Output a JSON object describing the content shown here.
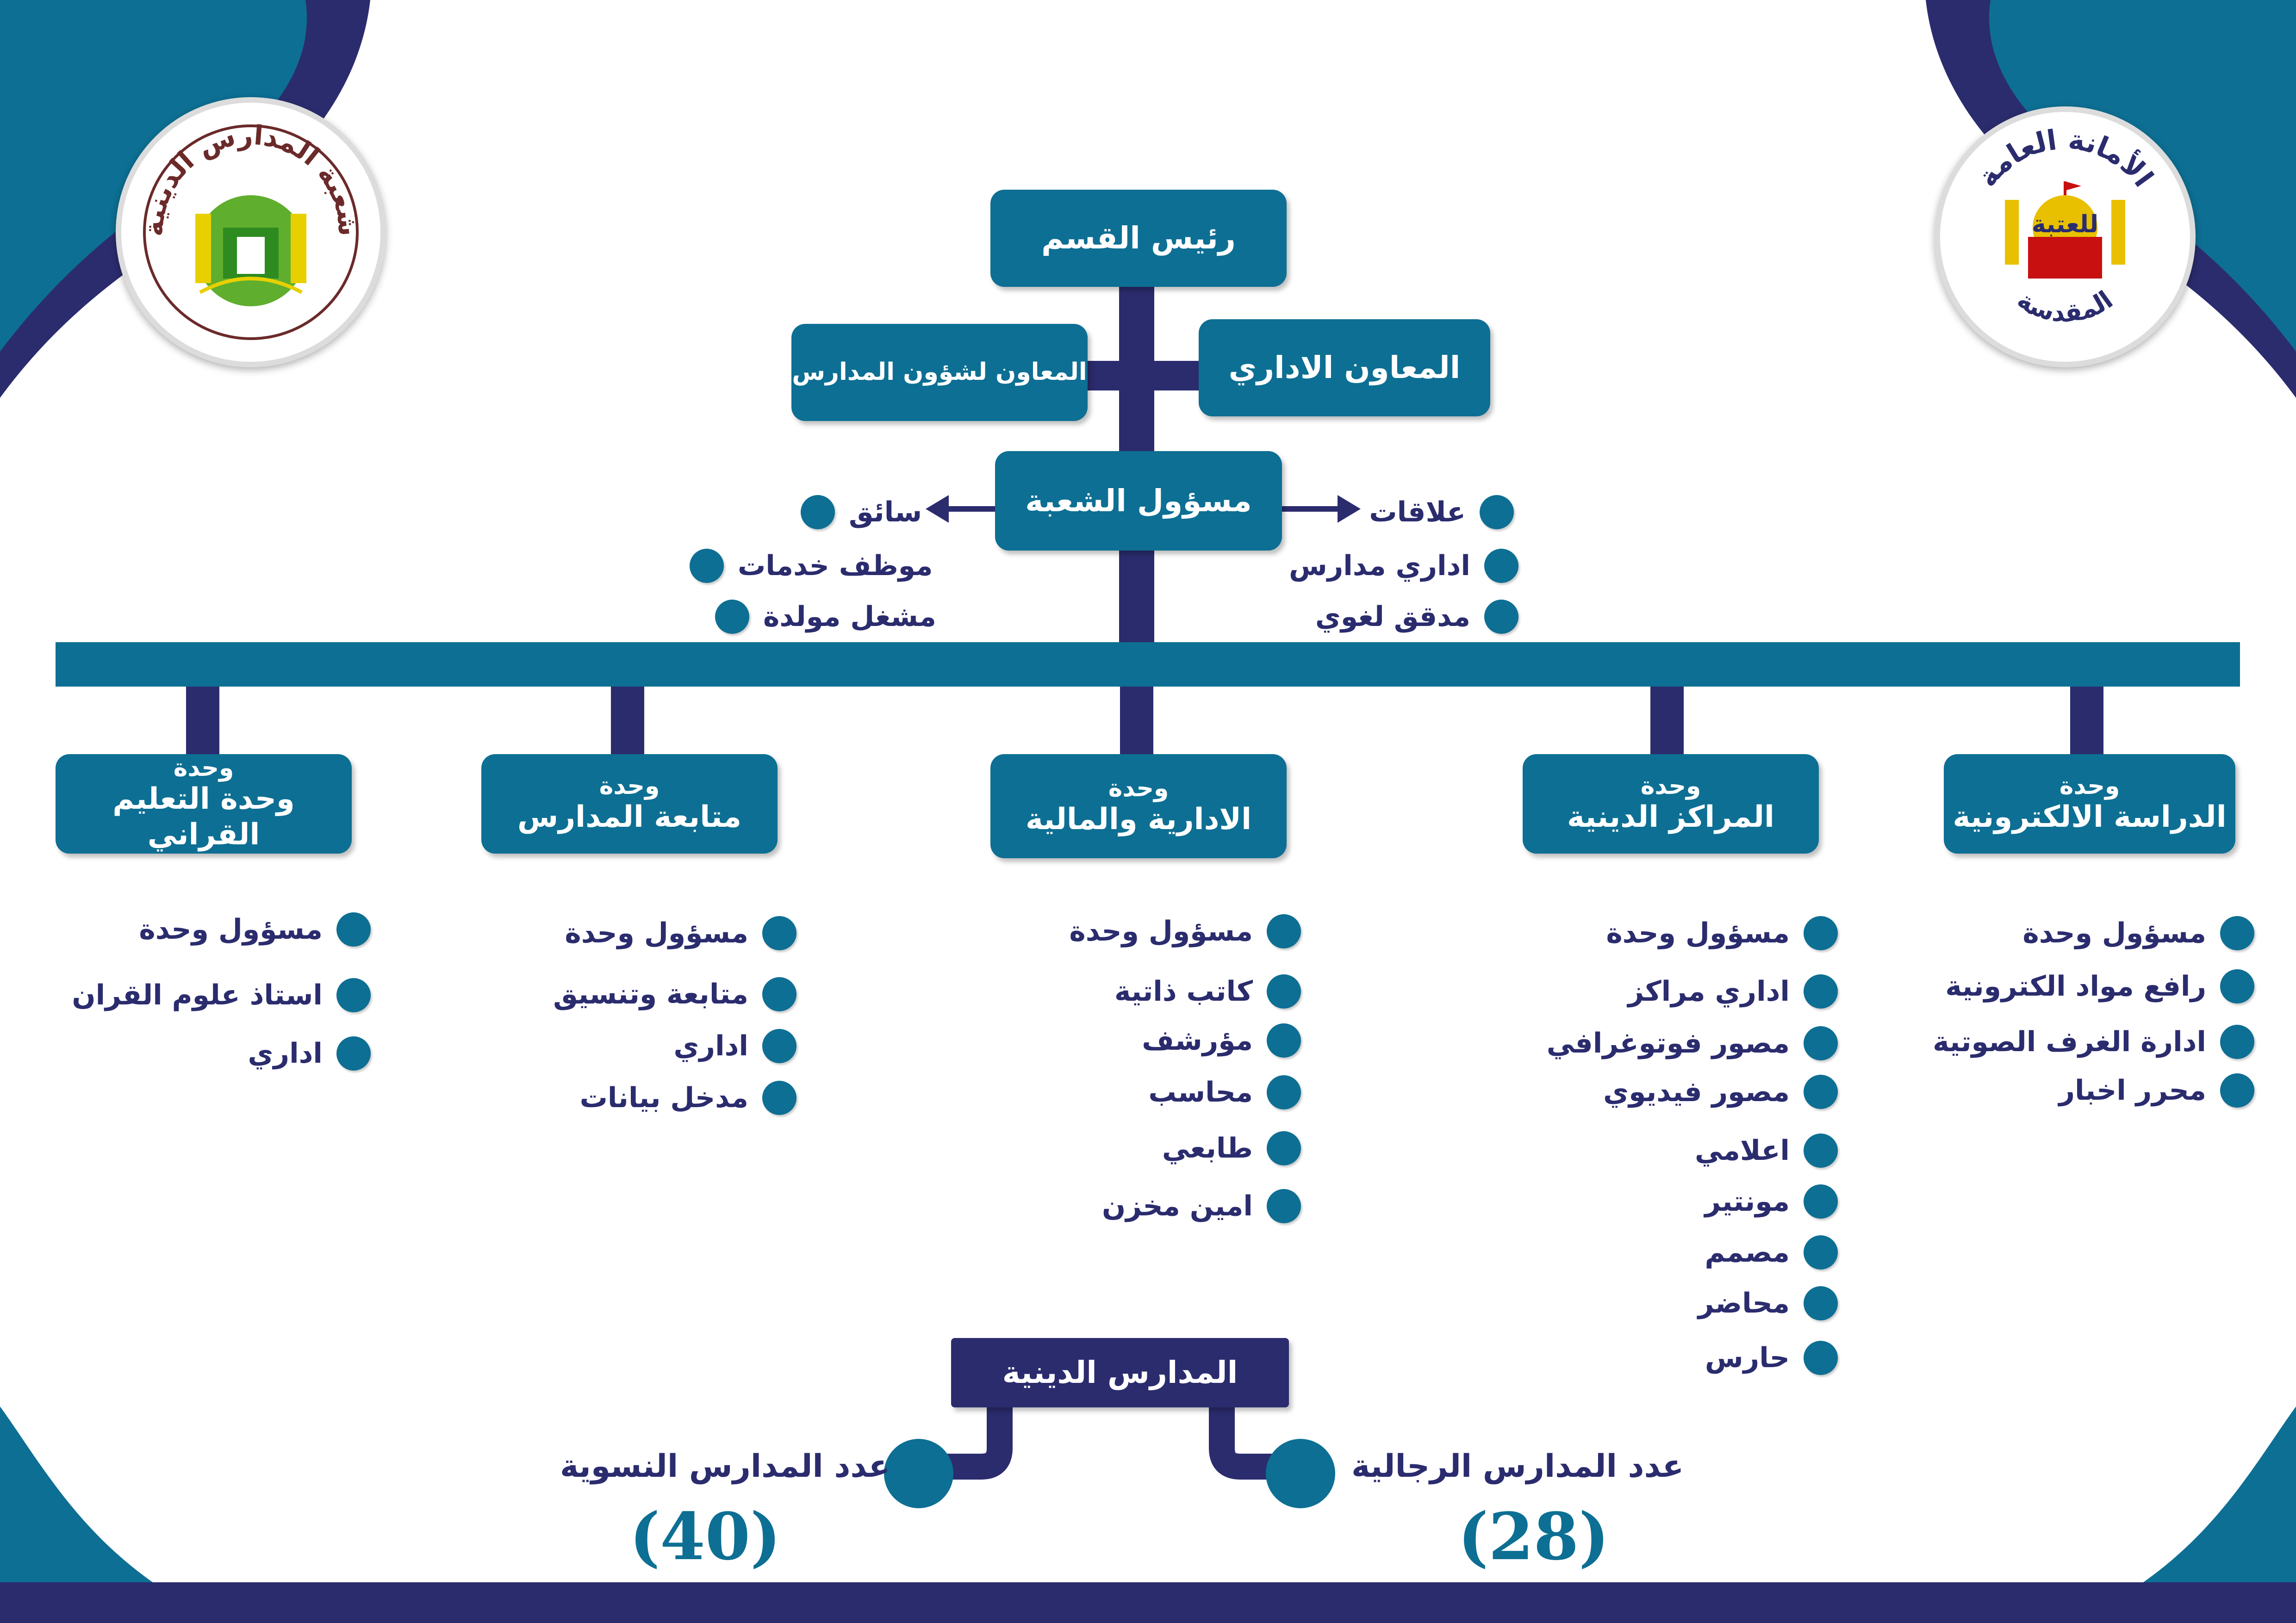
{
  "colors": {
    "navy": "#2b2c6e",
    "teal": "#0d6f93",
    "white": "#ffffff"
  },
  "logos": {
    "left": {
      "icon": "schools-department-emblem",
      "text": "شعبة المدارس الدينية"
    },
    "right": {
      "icon": "abbasid-shrine-emblem",
      "text_top": "الأمانة العامة",
      "text_bottom": "المقدسة",
      "text_center": "للعتبة"
    }
  },
  "head": {
    "label": "رئيس القسم"
  },
  "assistants": {
    "admin": {
      "label": "المعاون الاداري"
    },
    "schools": {
      "label": "المعاون لشؤون المدارس"
    }
  },
  "branch_head": {
    "label": "مسؤول الشعبة"
  },
  "branch_right_staff": [
    "علاقات",
    "اداري مدارس",
    "مدقق لغوي"
  ],
  "branch_left_staff": [
    "سائق",
    "موظف خدمات",
    "مشغل مولدة"
  ],
  "units": [
    {
      "line1": "وحدة",
      "line2": "الدراسة  الالكترونية",
      "items": [
        "مسؤول وحدة",
        "رافع مواد الكترونية",
        "ادارة الغرف الصوتية",
        "محرر اخبار"
      ]
    },
    {
      "line1": "وحدة",
      "line2": "المراكز الدينية",
      "items": [
        "مسؤول وحدة",
        "اداري مراكز",
        "مصور فوتوغرافي",
        "مصور فيديوي",
        "اعلامي",
        "مونتير",
        "مصمم",
        "محاضر",
        "حارس"
      ]
    },
    {
      "line1": "وحدة",
      "line2": "الادارية والمالية",
      "items": [
        "مسؤول وحدة",
        "كاتب ذاتية",
        "مؤرشف",
        "محاسب",
        "طابعي",
        "امين مخزن"
      ]
    },
    {
      "line1": "وحدة",
      "line2": "متابعة المدارس",
      "items": [
        "مسؤول وحدة",
        "متابعة وتنسيق",
        "اداري",
        "مدخل بيانات"
      ]
    },
    {
      "line1": "وحدة",
      "line2": "وحدة التعليم القراني",
      "items": [
        "مسؤول وحدة",
        "استاذ علوم القران",
        "اداري"
      ]
    }
  ],
  "schools": {
    "label": "المدارس الدينية",
    "men_label": "عدد المدارس الرجالية",
    "men_count": "(28)",
    "women_label": "عدد المدارس النسوية",
    "women_count": "(40)"
  }
}
